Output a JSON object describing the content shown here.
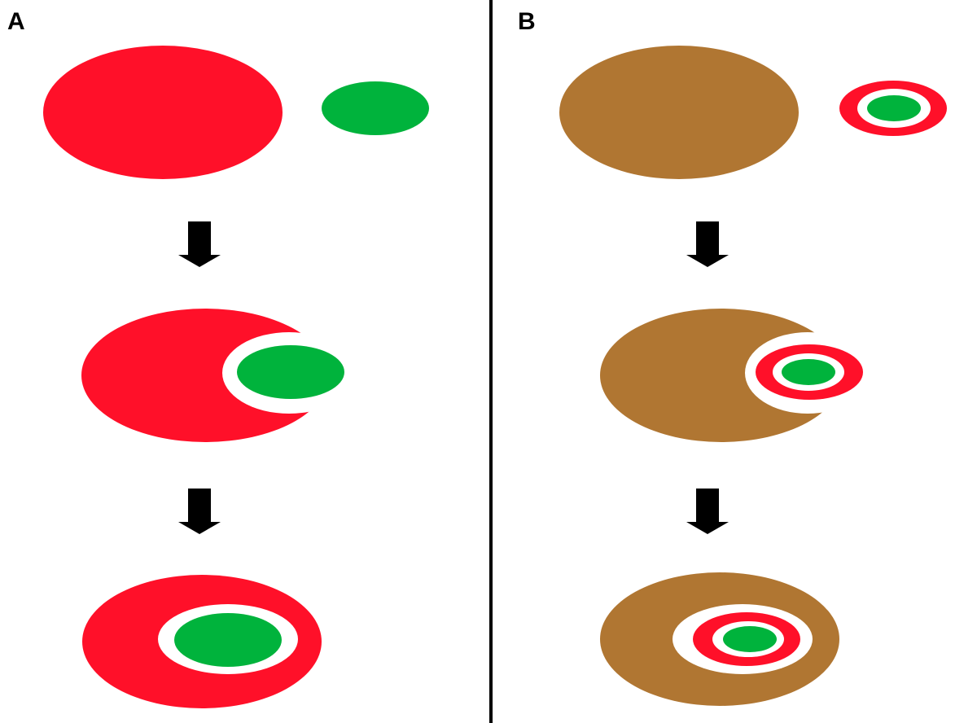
{
  "panels": [
    {
      "label": "A",
      "stages": [
        "separate",
        "partial-engulfment",
        "complete-engulfment"
      ]
    },
    {
      "label": "B",
      "stages": [
        "separate",
        "partial-engulfment",
        "complete-engulfment"
      ]
    }
  ],
  "colors": {
    "red": "#ff1029",
    "green": "#00b33c",
    "brown": "#b07632",
    "white": "#ffffff",
    "arrow": "#000000",
    "divider": "#000000"
  },
  "icons": {
    "arrow": "down-arrow-icon"
  }
}
